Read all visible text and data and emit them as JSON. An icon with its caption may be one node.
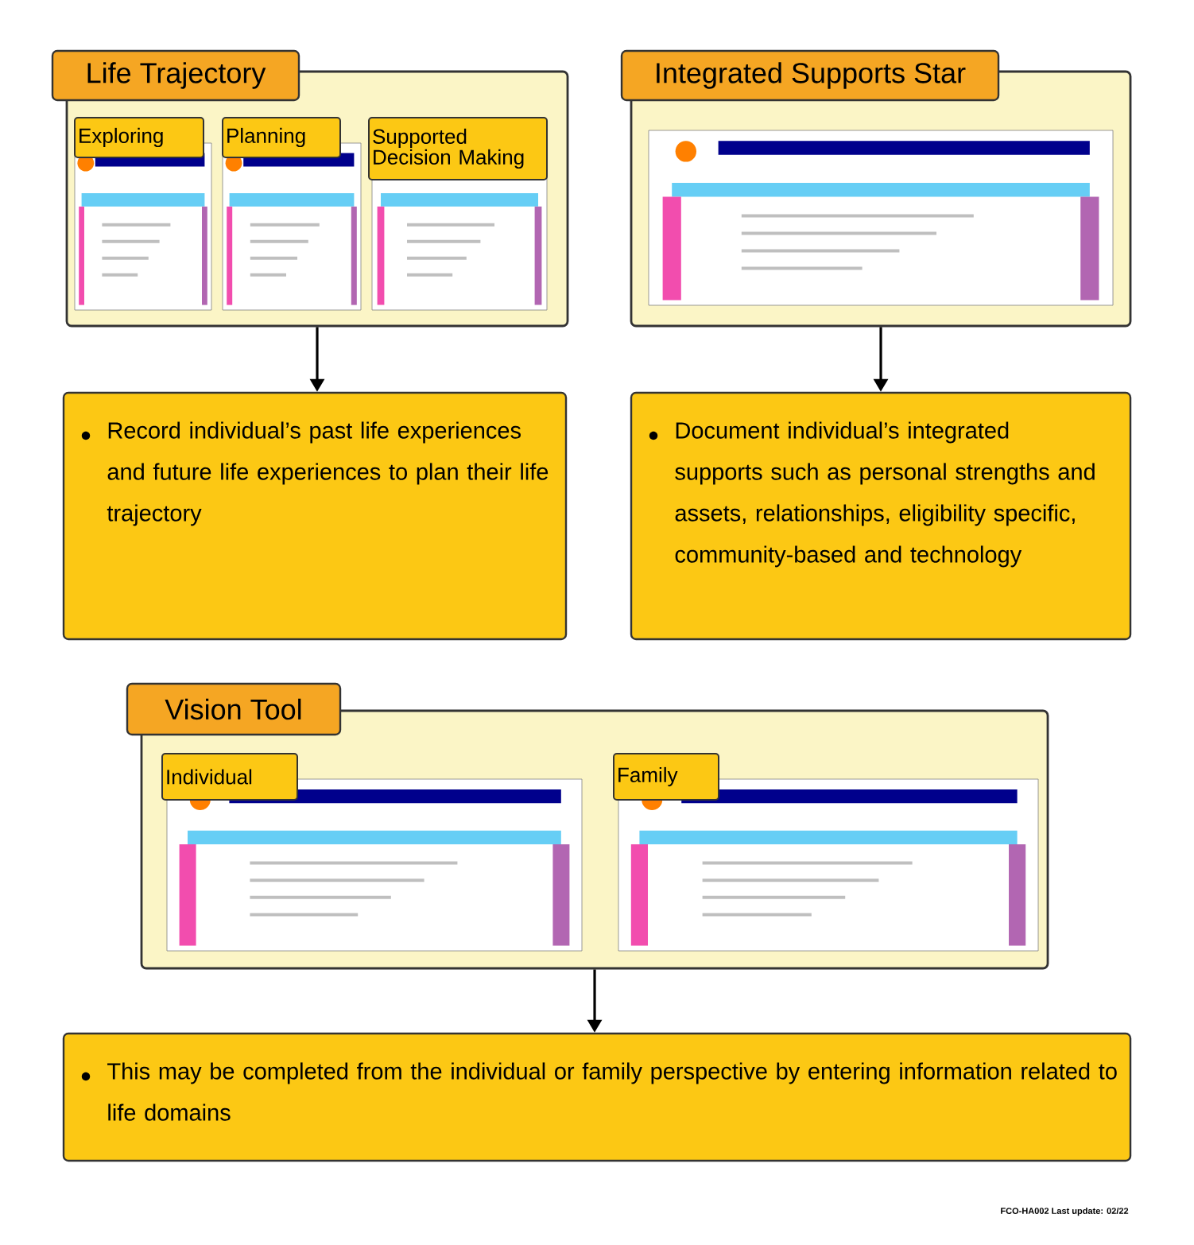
{
  "diagram": {
    "nodes": [
      {
        "text": [
          "Life Trajectory"
        ]
      },
      {
        "text": [
          "Exploring"
        ],
        "in": 0
      },
      {
        "text": [
          "Planning"
        ],
        "in": 0
      },
      {
        "text": [
          "Supported Decision Making"
        ],
        "in": 0
      },
      {
        "text": [
          "Integrated Supports Star"
        ]
      },
      {
        "text": [
          "Record individual’s past life experiences and future life experiences to plan their life trajectory"
        ]
      },
      {
        "text": [
          "Document individual’s integrated supports such as personal strengths and assets, relationships, eligibility specific, community-based and technology"
        ]
      },
      {
        "text": [
          "Vision Tool"
        ]
      },
      {
        "text": [
          "Individual"
        ],
        "in": 7
      },
      {
        "text": [
          "Family"
        ],
        "in": 7
      },
      {
        "text": [
          "This may be completed from the individual or family perspective by entering information related to life domains"
        ]
      }
    ],
    "edges": [
      {
        "from": 0,
        "to": 5,
        "arrow": "to"
      },
      {
        "from": 4,
        "to": 6,
        "arrow": "to"
      },
      {
        "from": 7,
        "to": 10,
        "arrow": "to"
      }
    ],
    "labels": [
      "FCO-HA002 Last update: 02/22"
    ]
  }
}
